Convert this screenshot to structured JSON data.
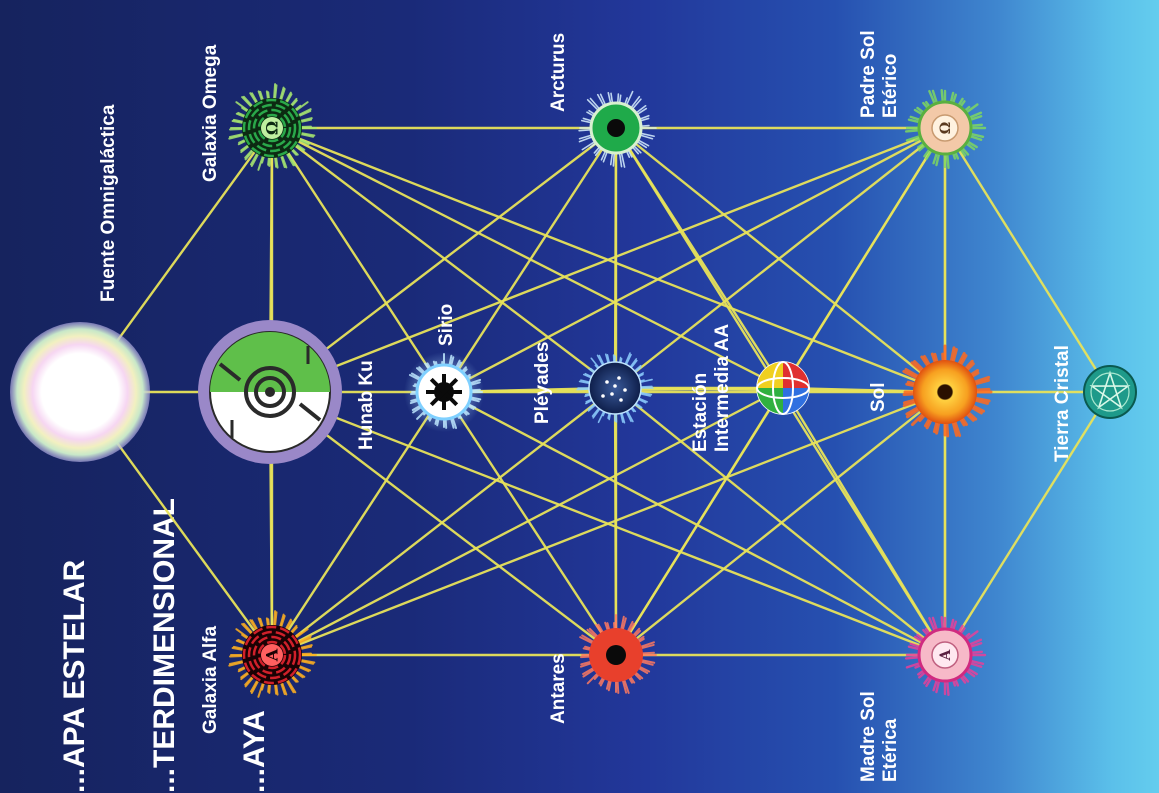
{
  "title_lines": [
    "...APA ESTELAR",
    "...TERDIMENSIONAL",
    "...AYA"
  ],
  "nodes": [
    {
      "id": "fuente",
      "label": "Fuente Omnigaláctica"
    },
    {
      "id": "omega",
      "label": "Galaxia Omega",
      "glyph": "Ω"
    },
    {
      "id": "alfa",
      "label": "Galaxia Alfa",
      "glyph": "A"
    },
    {
      "id": "hunab",
      "label": "Hunab Ku"
    },
    {
      "id": "sirio",
      "label": "Sirio"
    },
    {
      "id": "arcturus",
      "label": "Arcturus"
    },
    {
      "id": "antares",
      "label": "Antares"
    },
    {
      "id": "pleyades",
      "label": "Pléyades"
    },
    {
      "id": "estacion",
      "label": "Estación\nIntermedia AA"
    },
    {
      "id": "padre",
      "label": "Padre Sol\nEtérico",
      "glyph": "Ω"
    },
    {
      "id": "sol",
      "label": "Sol"
    },
    {
      "id": "madre",
      "label": "Madre Sol\nEtérica",
      "glyph": "A"
    },
    {
      "id": "tierra",
      "label": "Tierra Cristal"
    }
  ],
  "edges": [
    [
      "fuente",
      "hunab"
    ],
    [
      "fuente",
      "omega"
    ],
    [
      "fuente",
      "alfa"
    ],
    [
      "omega",
      "alfa"
    ],
    [
      "omega",
      "arcturus"
    ],
    [
      "omega",
      "sirio"
    ],
    [
      "omega",
      "pleyades"
    ],
    [
      "omega",
      "estacion"
    ],
    [
      "omega",
      "sol"
    ],
    [
      "alfa",
      "antares"
    ],
    [
      "alfa",
      "sirio"
    ],
    [
      "alfa",
      "pleyades"
    ],
    [
      "alfa",
      "estacion"
    ],
    [
      "alfa",
      "sol"
    ],
    [
      "hunab",
      "omega"
    ],
    [
      "hunab",
      "alfa"
    ],
    [
      "hunab",
      "sirio"
    ],
    [
      "hunab",
      "arcturus"
    ],
    [
      "hunab",
      "antares"
    ],
    [
      "hunab",
      "padre"
    ],
    [
      "hunab",
      "madre"
    ],
    [
      "sirio",
      "arcturus"
    ],
    [
      "sirio",
      "antares"
    ],
    [
      "sirio",
      "pleyades"
    ],
    [
      "sirio",
      "estacion"
    ],
    [
      "sirio",
      "sol"
    ],
    [
      "sirio",
      "padre"
    ],
    [
      "sirio",
      "madre"
    ],
    [
      "arcturus",
      "antares"
    ],
    [
      "arcturus",
      "pleyades"
    ],
    [
      "arcturus",
      "padre"
    ],
    [
      "arcturus",
      "estacion"
    ],
    [
      "arcturus",
      "sol"
    ],
    [
      "arcturus",
      "madre"
    ],
    [
      "antares",
      "pleyades"
    ],
    [
      "antares",
      "madre"
    ],
    [
      "antares",
      "estacion"
    ],
    [
      "antares",
      "sol"
    ],
    [
      "antares",
      "padre"
    ],
    [
      "pleyades",
      "estacion"
    ],
    [
      "pleyades",
      "padre"
    ],
    [
      "pleyades",
      "madre"
    ],
    [
      "pleyades",
      "sol"
    ],
    [
      "estacion",
      "sol"
    ],
    [
      "estacion",
      "padre"
    ],
    [
      "estacion",
      "madre"
    ],
    [
      "sol",
      "tierra"
    ],
    [
      "sol",
      "padre"
    ],
    [
      "sol",
      "madre"
    ],
    [
      "padre",
      "madre"
    ],
    [
      "padre",
      "tierra"
    ],
    [
      "madre",
      "tierra"
    ]
  ],
  "colors": {
    "line": "#e8e35a",
    "omega": "#2aa84a",
    "alfa": "#d0202a",
    "arcturus": "#1faa4a",
    "antares": "#e8402c",
    "padre": "#f3c9a8",
    "madre": "#f7b9c8",
    "sol": "#f7a020",
    "tierra": "#1e9a8a",
    "hunab_ring": "#9a88c8",
    "hunab_inner": "#5fbf4a"
  }
}
